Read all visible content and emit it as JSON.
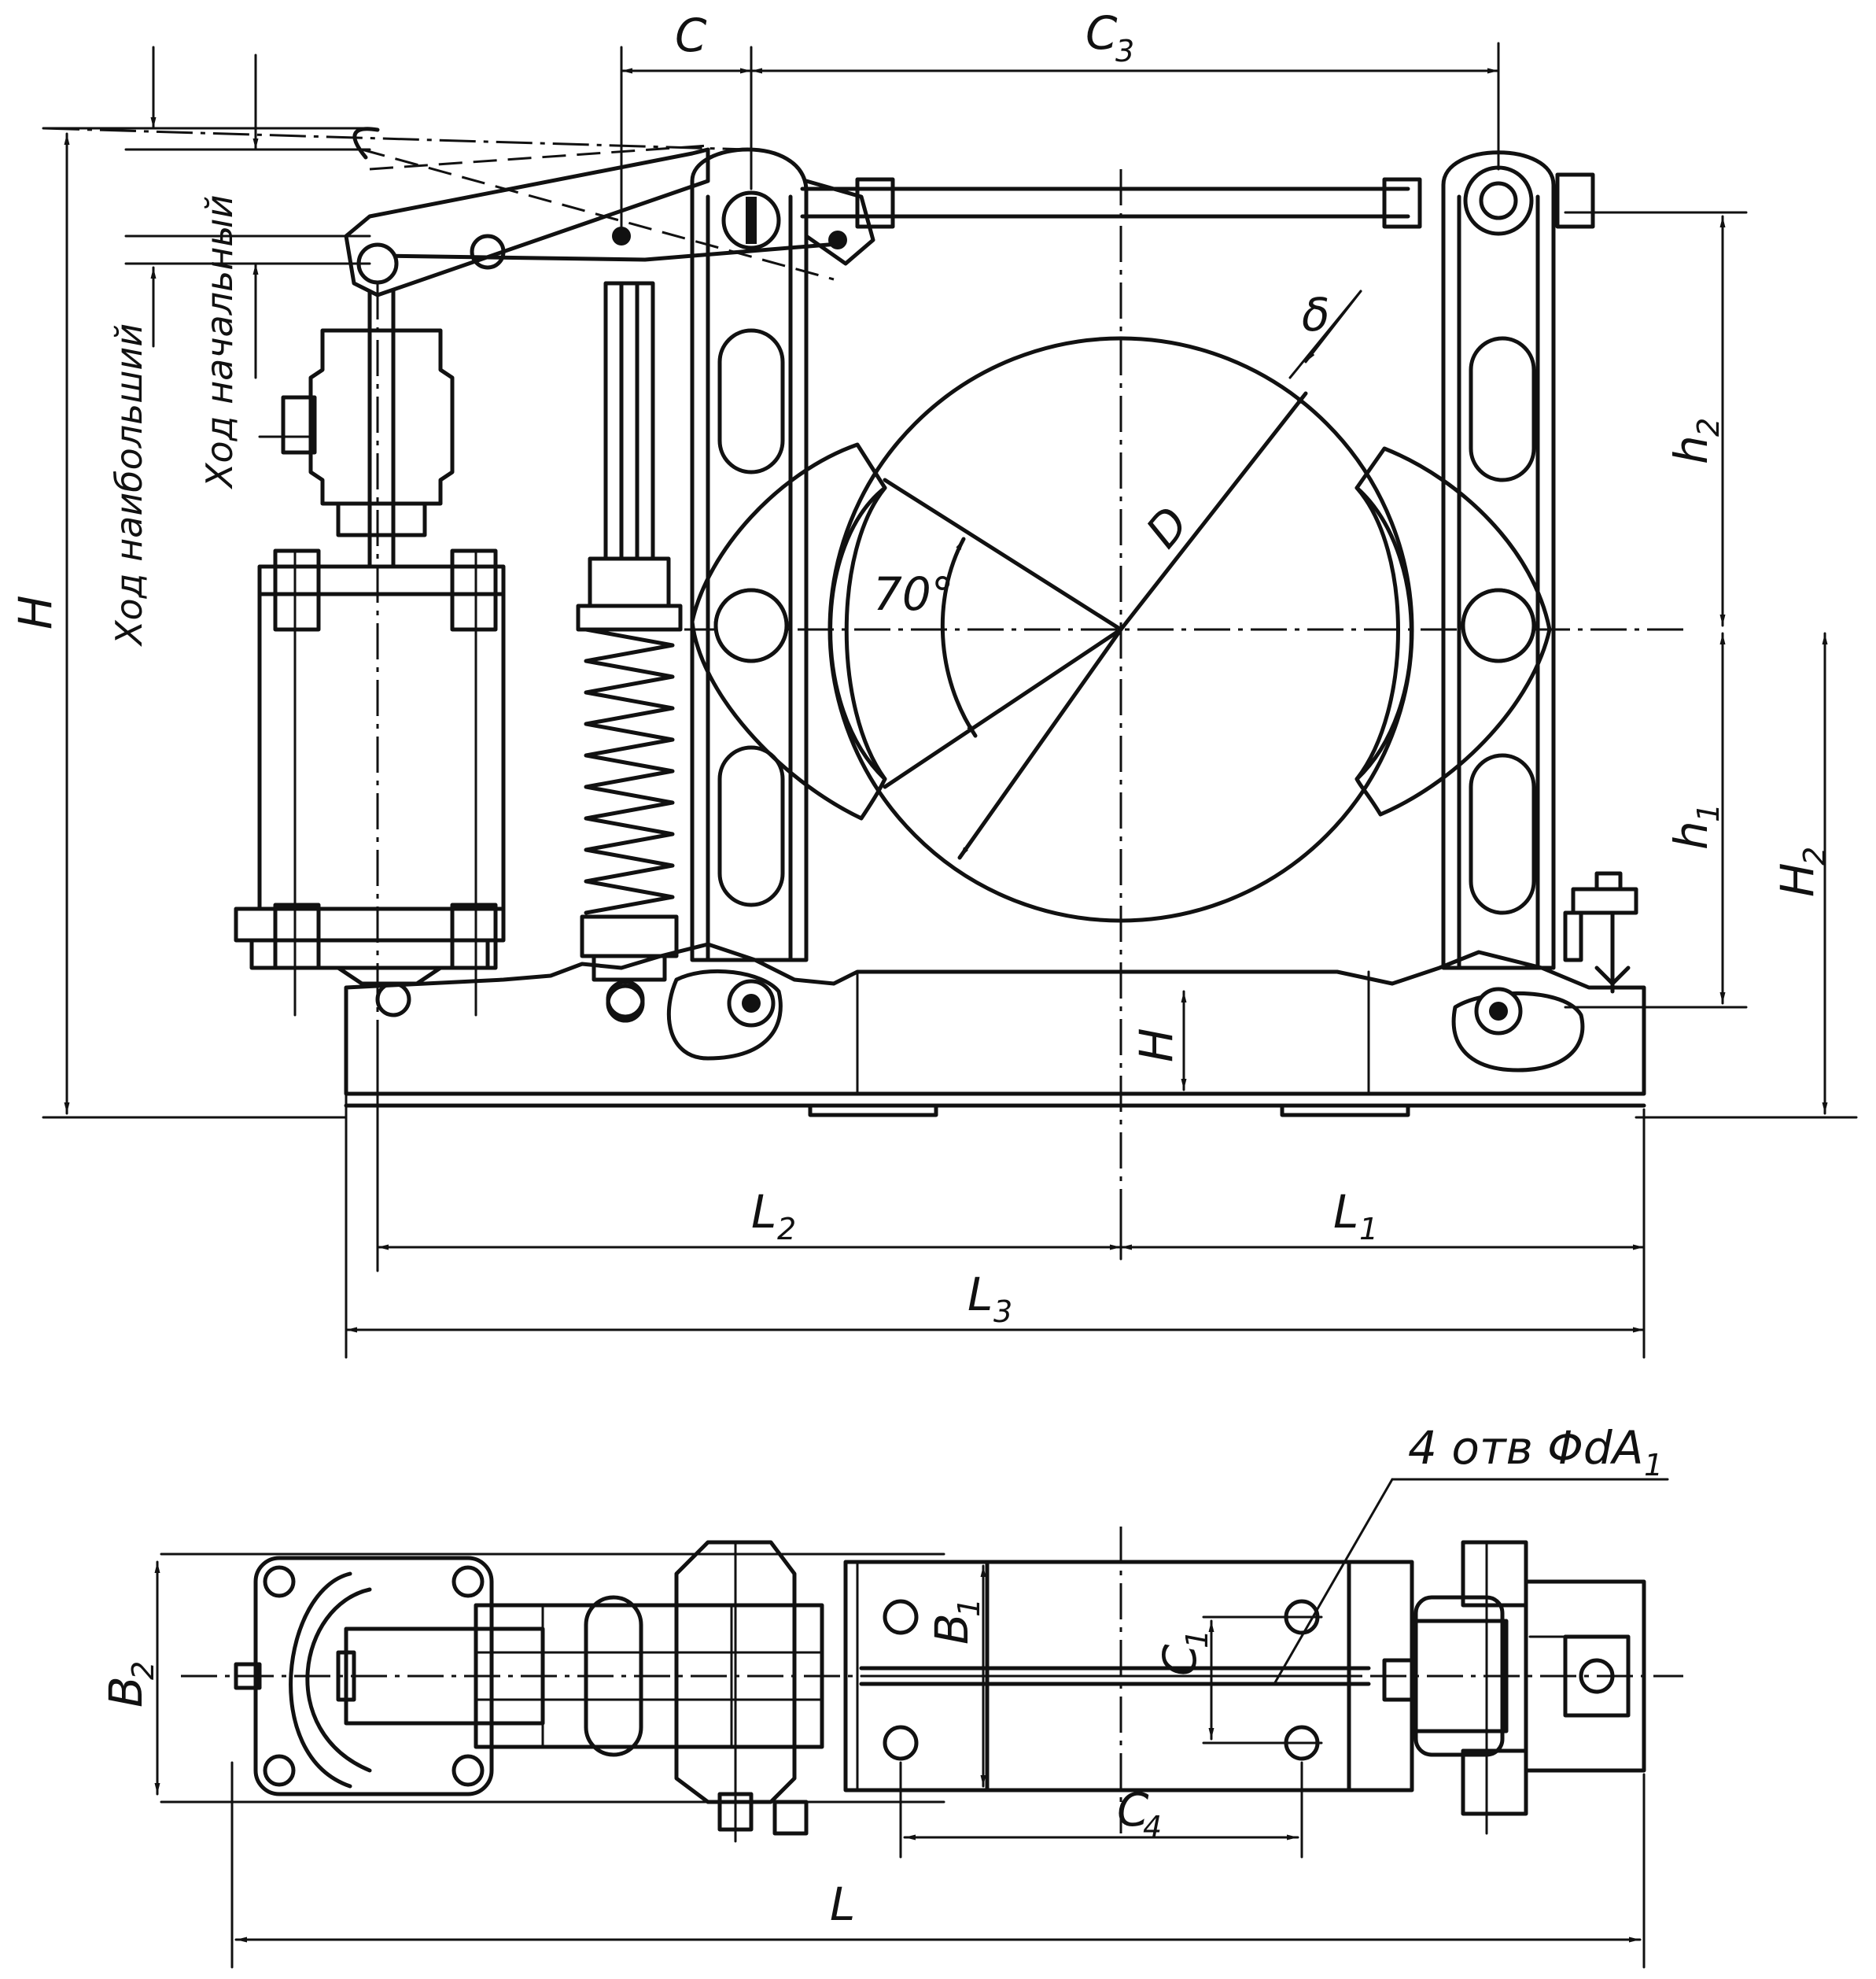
{
  "labels": {
    "c": "C",
    "c3_main": "C",
    "c3_sub": "3",
    "h_total": "H",
    "hod_max": "Ход наибольший",
    "hod_init": "Ход начальный",
    "delta": "δ",
    "d": "D",
    "angle": "70°",
    "h2_main": "h",
    "h2_sub": "2",
    "h1_main": "h",
    "h1_sub": "1",
    "H2_main": "H",
    "H2_sub": "2",
    "h_center": "H",
    "l2_main": "L",
    "l2_sub": "2",
    "l1_main": "L",
    "l1_sub": "1",
    "l3_main": "L",
    "l3_sub": "3",
    "holes": "4 отв ΦdA",
    "holes_sub": "1",
    "b2_main": "B",
    "b2_sub": "2",
    "b1_main": "B",
    "b1_sub": "1",
    "c1_main": "C",
    "c1_sub": "1",
    "c4_main": "C",
    "c4_sub": "4",
    "l": "L"
  }
}
